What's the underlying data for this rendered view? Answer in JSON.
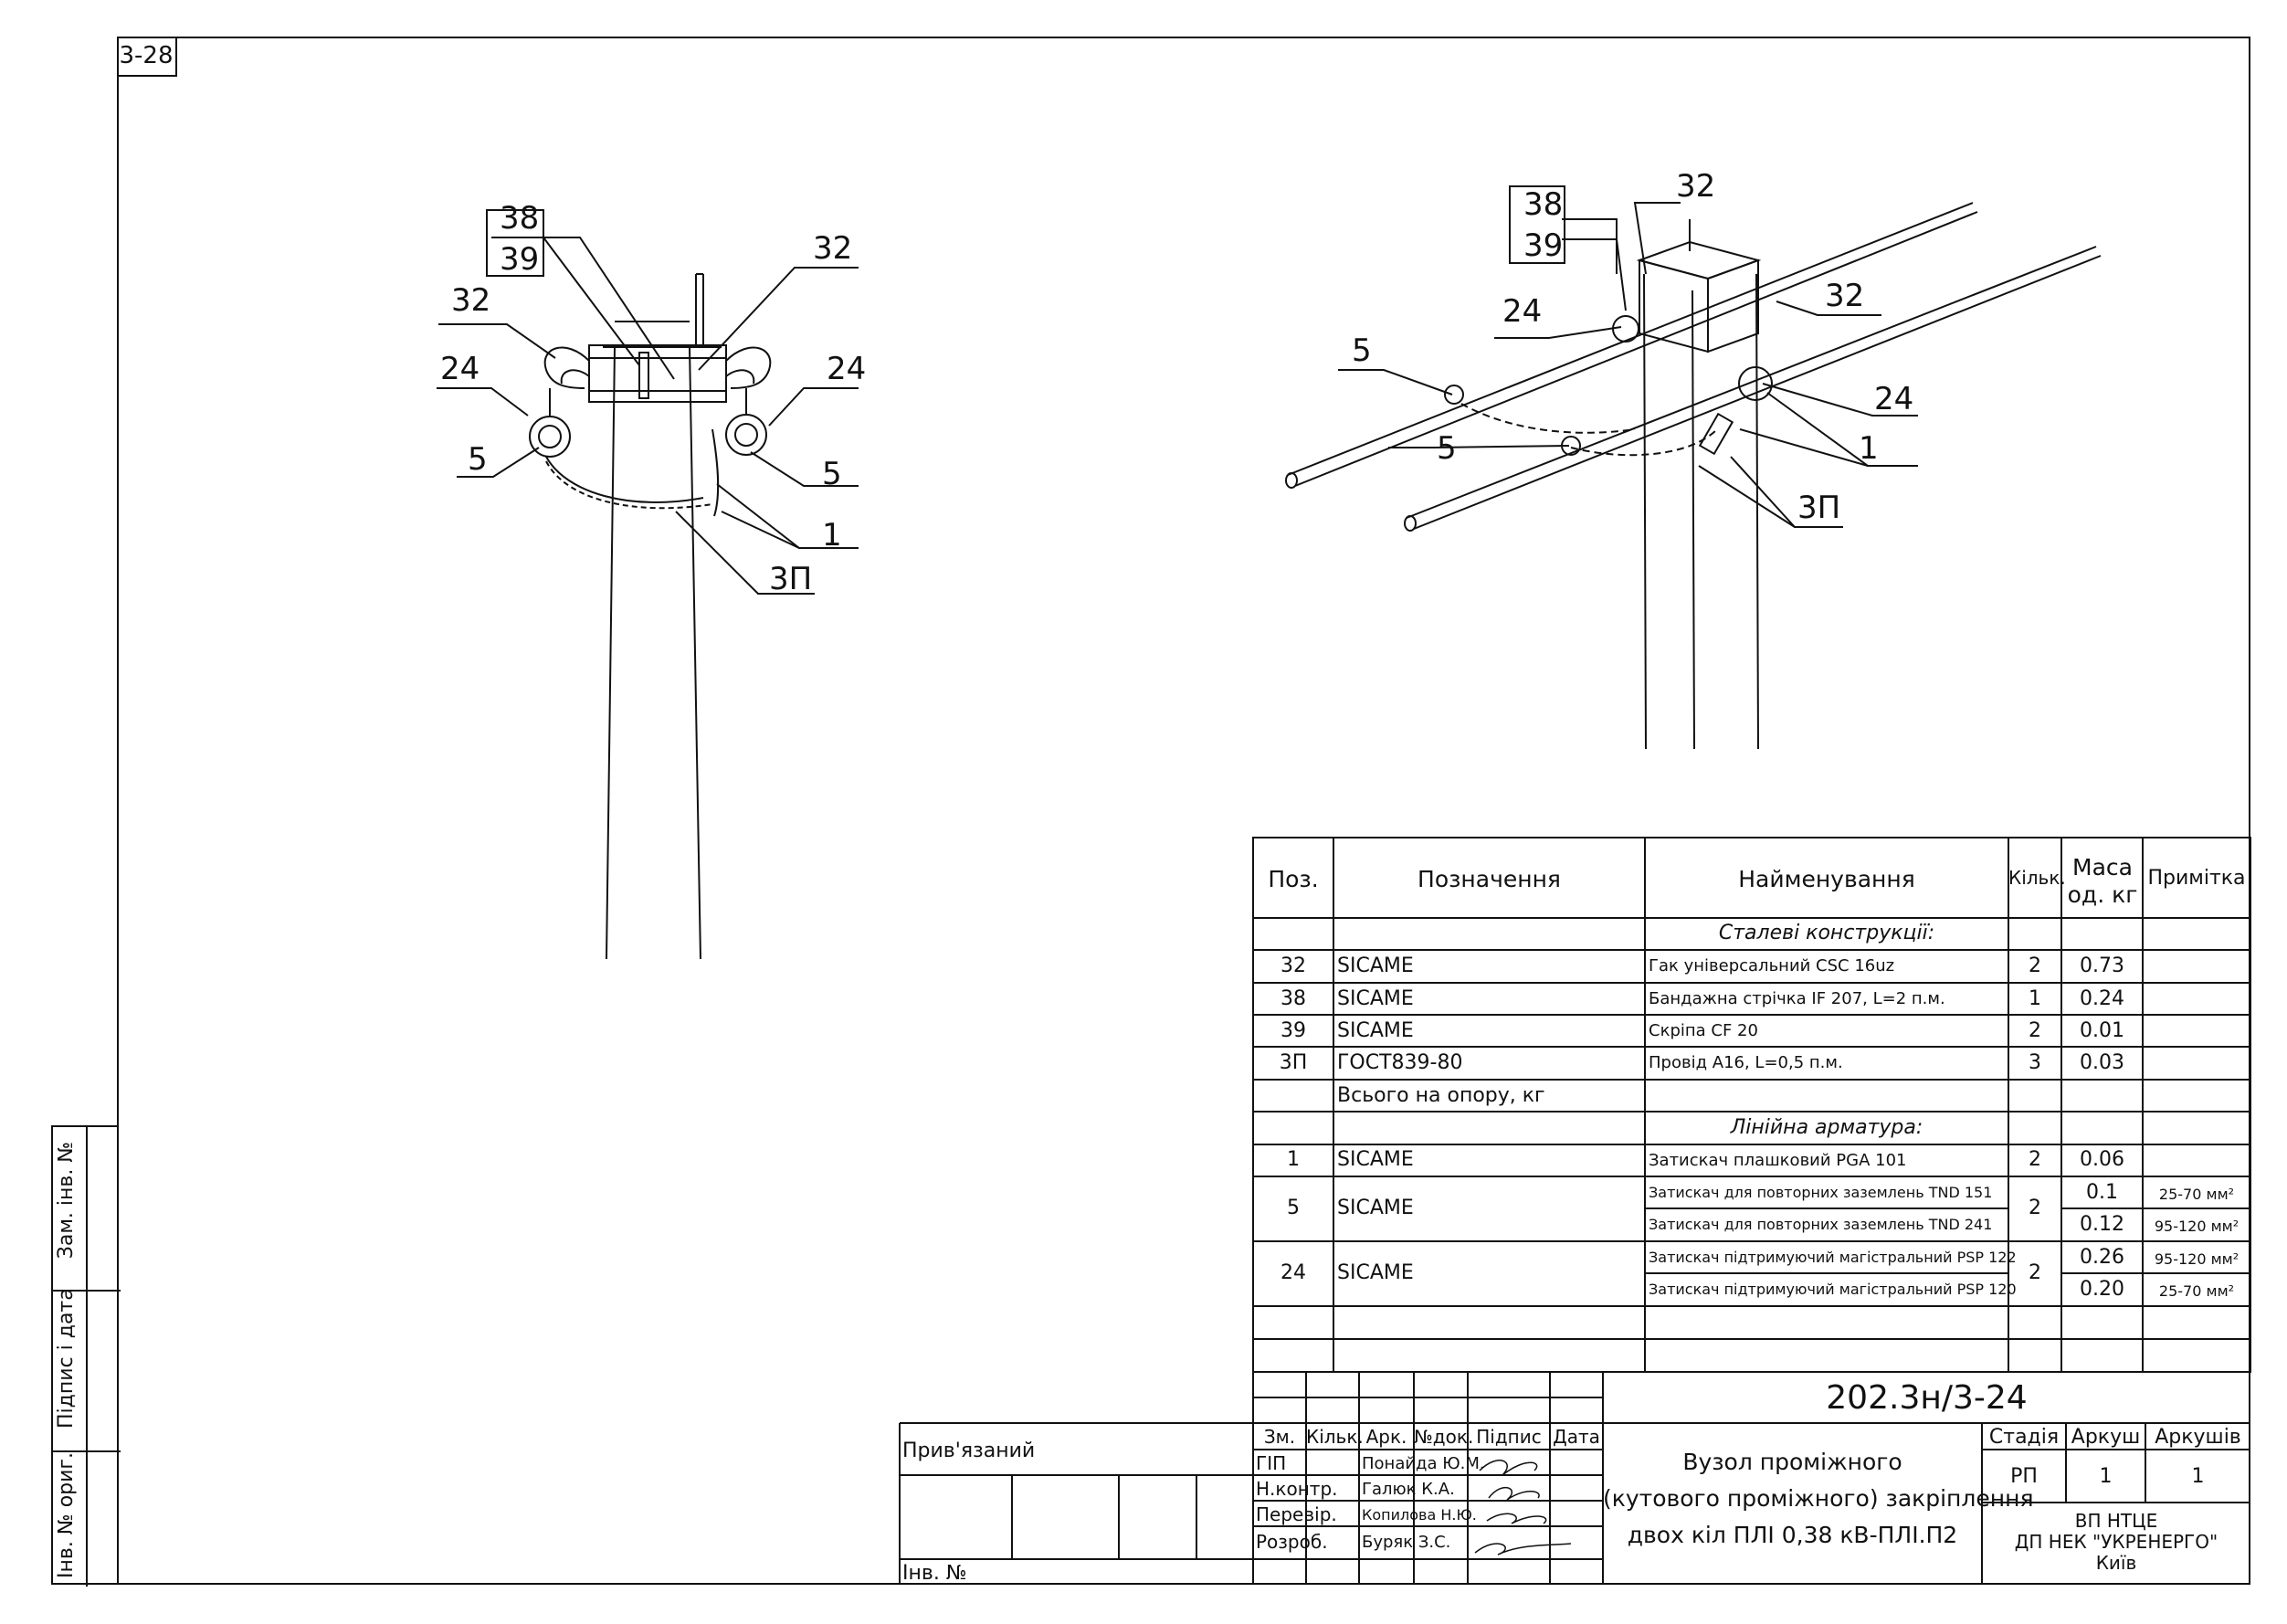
{
  "sheet": {
    "number": "3-28"
  },
  "left_view": {
    "callouts": [
      "38",
      "39",
      "32",
      "32",
      "24",
      "24",
      "5",
      "5",
      "1",
      "3П"
    ]
  },
  "right_view": {
    "callouts": [
      "38",
      "39",
      "32",
      "32",
      "24",
      "24",
      "5",
      "5",
      "1",
      "3П"
    ]
  },
  "spec": {
    "headers": {
      "pos": "Поз.",
      "designation": "Позначення",
      "name": "Найменування",
      "qty": "Кільк.",
      "mass": "Маса од. кг",
      "note": "Примітка"
    },
    "section_steel": "Сталеві конструкції:",
    "rows_steel": [
      {
        "pos": "32",
        "designation": "SICAME",
        "name": "Гак універсальний CSC 16uz",
        "qty": "2",
        "mass": "0.73",
        "note": ""
      },
      {
        "pos": "38",
        "designation": "SICAME",
        "name": "Бандажна стрічка IF 207, L=2 п.м.",
        "qty": "1",
        "mass": "0.24",
        "note": ""
      },
      {
        "pos": "39",
        "designation": "SICAME",
        "name": "Скріпа CF 20",
        "qty": "2",
        "mass": "0.01",
        "note": ""
      },
      {
        "pos": "3П",
        "designation": "ГОСТ839-80",
        "name": "Провід А16, L=0,5 п.м.",
        "qty": "3",
        "mass": "0.03",
        "note": ""
      }
    ],
    "total_label": "Всього на опору, кг",
    "section_fittings": "Лінійна арматура:",
    "row_1": {
      "pos": "1",
      "designation": "SICAME",
      "name": "Затискач плашковий PGA 101",
      "qty": "2",
      "mass": "0.06",
      "note": ""
    },
    "row_5": {
      "pos": "5",
      "designation": "SICAME",
      "qty": "2",
      "sub": [
        {
          "name": "Затискач для повторних заземлень TND 151",
          "mass": "0.1",
          "note": "25-70 мм²"
        },
        {
          "name": "Затискач для повторних заземлень TND 241",
          "mass": "0.12",
          "note": "95-120 мм²"
        }
      ]
    },
    "row_24": {
      "pos": "24",
      "designation": "SICAME",
      "qty": "2",
      "sub": [
        {
          "name": "Затискач підтримуючий магістральний PSP 122",
          "mass": "0.26",
          "note": "95-120 мм²"
        },
        {
          "name": "Затискач підтримуючий магістральний PSP 120",
          "mass": "0.20",
          "note": "25-70 мм²"
        }
      ]
    }
  },
  "title_block": {
    "code": "202.3н/3-24",
    "attached": "Прив'язаний",
    "inv_no": "Інв. №",
    "cols": [
      "Зм.",
      "Кільк.",
      "Арк.",
      "№док.",
      "Підпис",
      "Дата"
    ],
    "roles": [
      {
        "role": "ГІП",
        "name": "Понайда Ю.М."
      },
      {
        "role": "Н.контр.",
        "name": "Галюк К.А."
      },
      {
        "role": "Перевір.",
        "name": "Копилова Н.Ю."
      },
      {
        "role": "Розроб.",
        "name": "Буряк З.С."
      }
    ],
    "title_lines": [
      "Вузол проміжного",
      "(кутового проміжного) закріплення",
      "двох кіл ПЛІ 0,38 кВ-ПЛІ.П2"
    ],
    "stage_label": "Стадія",
    "sheet_label": "Аркуш",
    "sheets_label": "Аркушів",
    "stage": "РП",
    "sheet": "1",
    "sheets": "1",
    "org_lines": [
      "ВП НТЦЕ",
      "ДП НЕК \"УКРЕНЕРГО\"",
      "Київ"
    ]
  },
  "side_stamp": {
    "labels": [
      "Зам. інв. №",
      "Підпис і дата",
      "Інв. № ориг."
    ]
  }
}
